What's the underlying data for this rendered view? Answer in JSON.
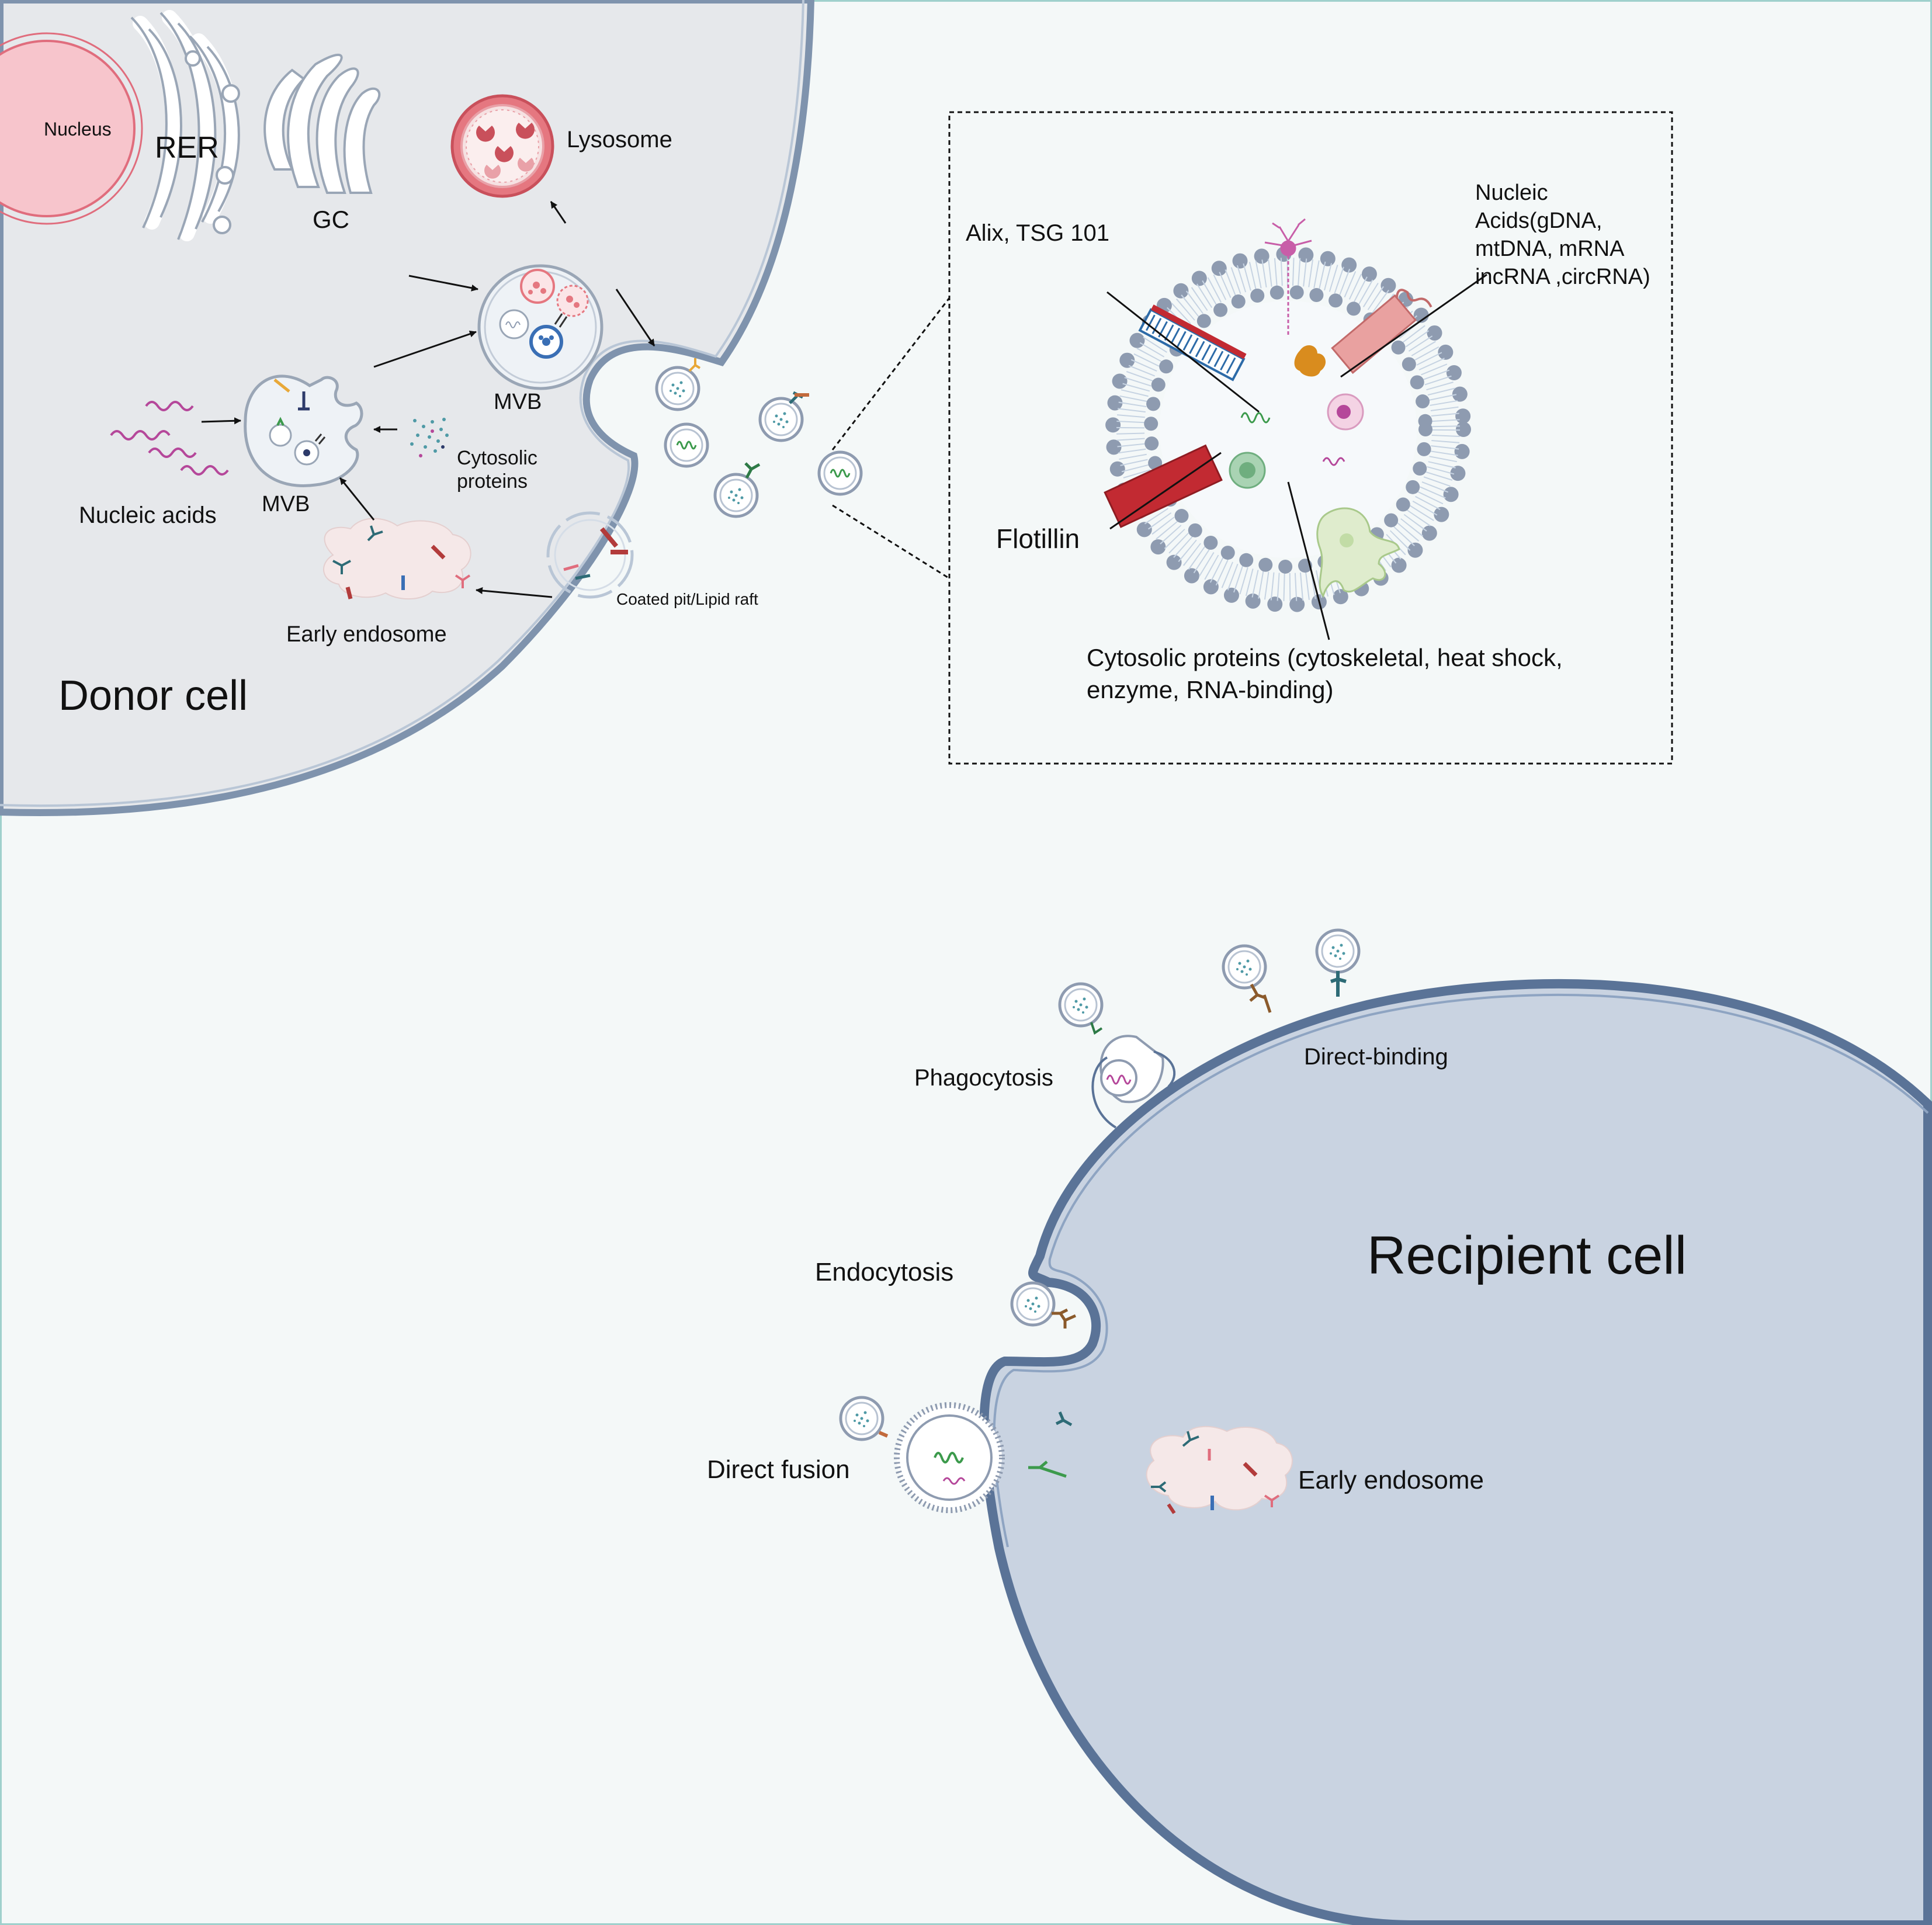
{
  "donor": {
    "cell_label": "Donor cell",
    "nucleus": "Nucleus",
    "rer": "RER",
    "gc": "GC",
    "lysosome": "Lysosome",
    "mvb_top": "MVB",
    "mvb_left": "MVB",
    "nucleic_acids": "Nucleic acids",
    "cytosolic_line1": "Cytosolic",
    "cytosolic_line2": "proteins",
    "early_endosome": "Early endosome",
    "coated_pit": "Coated pit/Lipid raft"
  },
  "exosome": {
    "alix": "Alix, TSG 101",
    "nucleic_line1": "Nucleic",
    "nucleic_line2": "Acids(gDNA,",
    "nucleic_line3": "mtDNA, mRNA",
    "nucleic_line4": "incRNA ,circRNA)",
    "flotillin": "Flotillin",
    "cytosolic_line1": "Cytosolic proteins (cytoskeletal, heat shock,",
    "cytosolic_line2": "enzyme, RNA-binding)"
  },
  "recipient": {
    "cell_label": "Recipient cell",
    "phagocytosis": "Phagocytosis",
    "direct_binding": "Direct-binding",
    "endocytosis": "Endocytosis",
    "direct_fusion": "Direct fusion",
    "early_endosome": "Early endosome"
  },
  "colors": {
    "background": "#f4f8f8",
    "donor_cytoplasm": "#e6e8eb",
    "membrane": "#7f93ad",
    "recipient_fill": "#c9d3e1",
    "recipient_membrane": "#5a7397",
    "nucleus": "#f7c5cc",
    "lysosome": "#e57780",
    "lipid_head": "#8e9bb0"
  }
}
